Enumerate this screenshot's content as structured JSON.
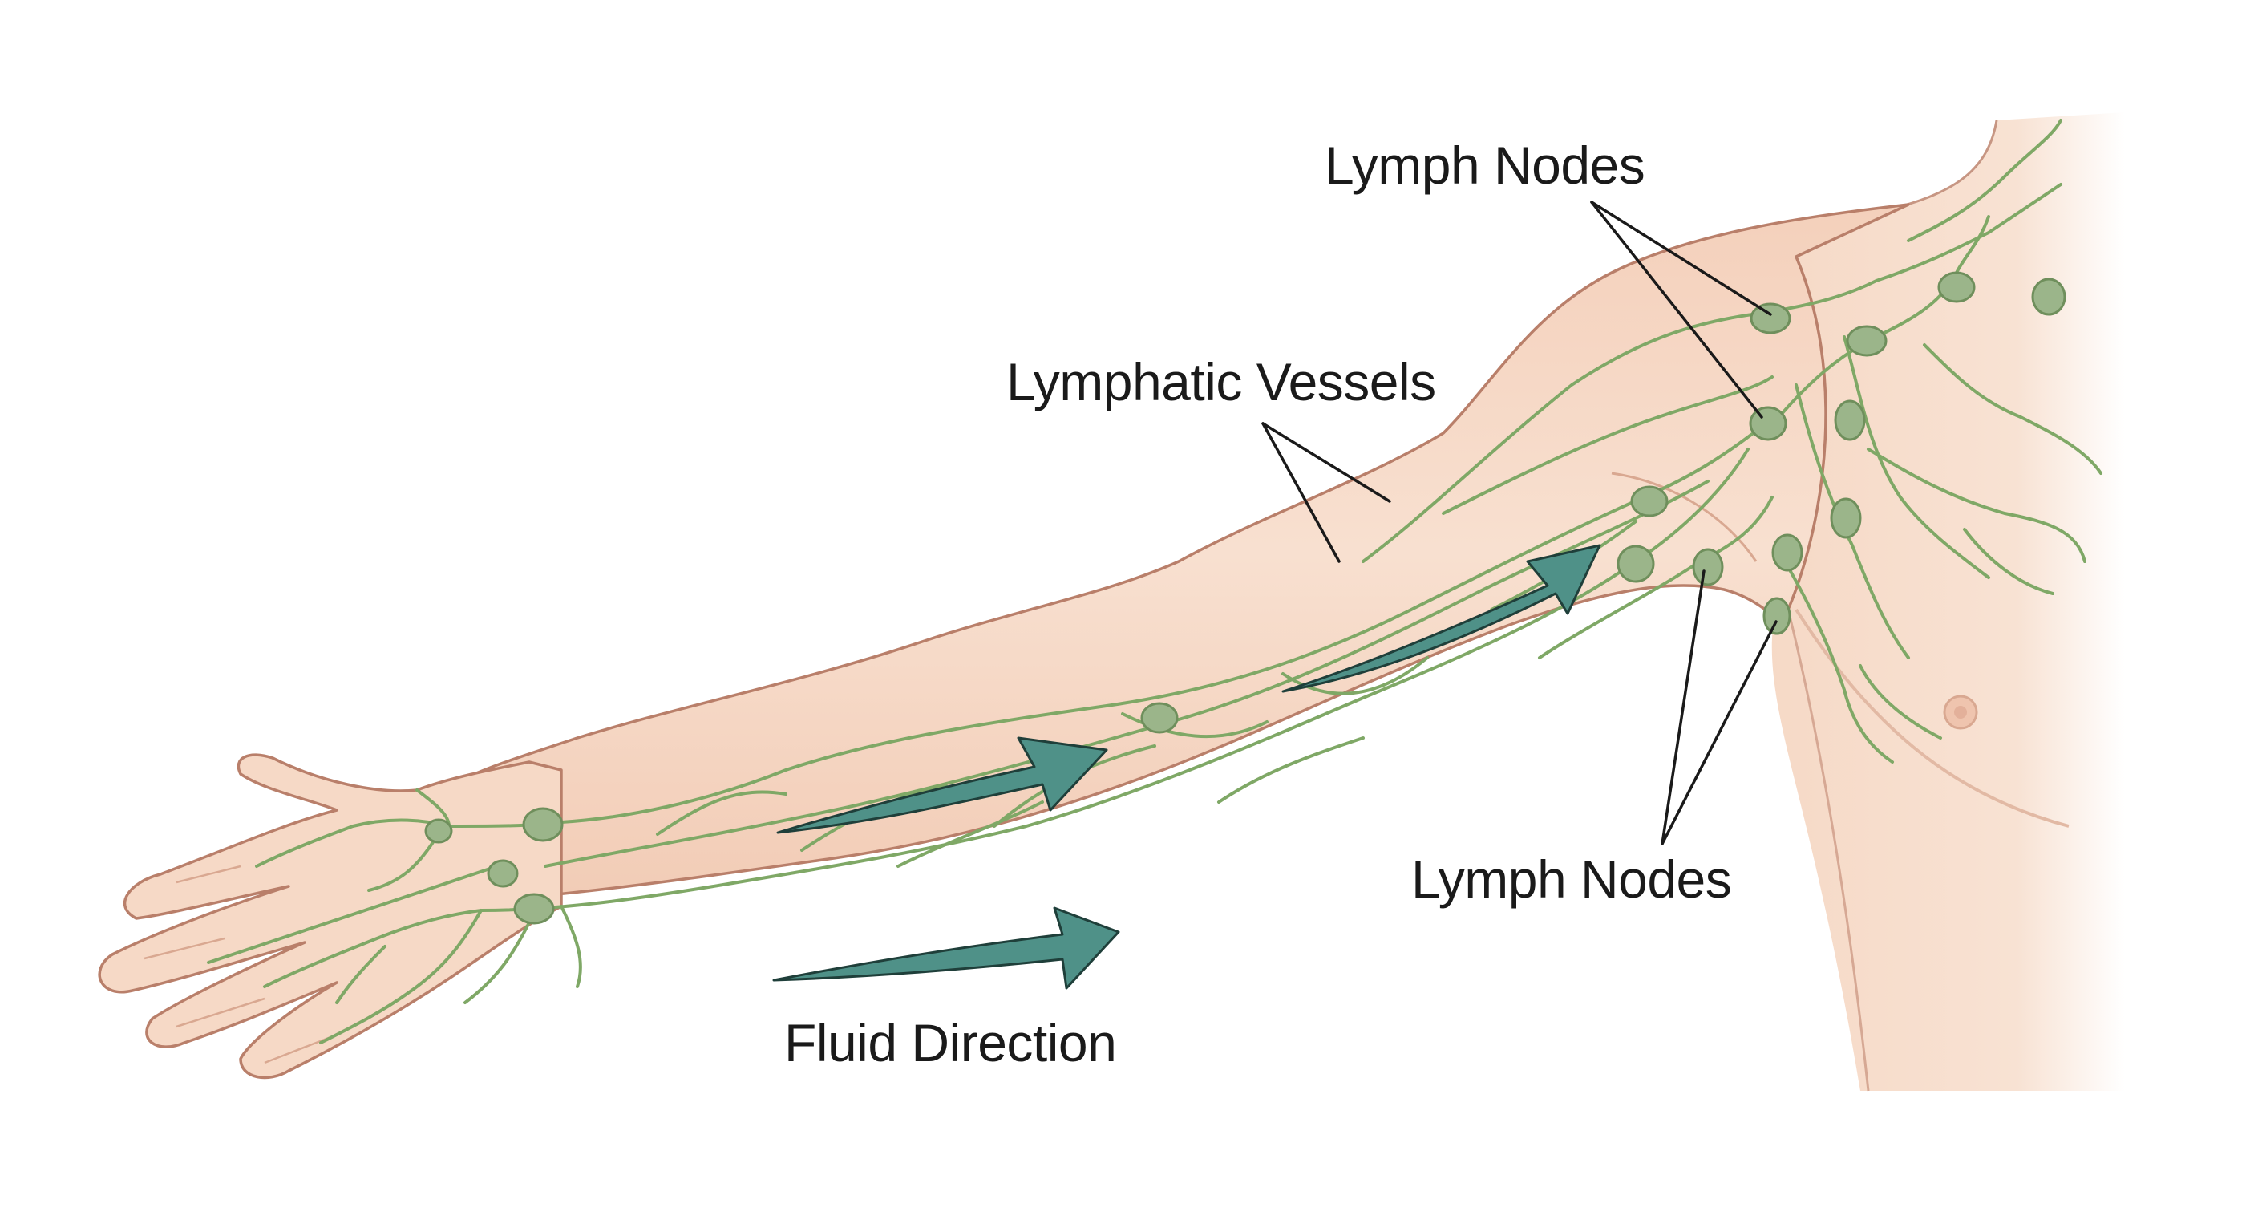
{
  "labels": {
    "lymph_nodes_top": "Lymph Nodes",
    "lymphatic_vessels": "Lymphatic Vessels",
    "lymph_nodes_bottom": "Lymph Nodes",
    "fluid_direction": "Fluid Direction"
  },
  "colors": {
    "background": "#ffffff",
    "skin": "#f6d9c6",
    "skin_outline": "#b97f6a",
    "vessel": "#7fa866",
    "node": "#9bb58a",
    "arrow": "#4f9188",
    "pointer_line": "#1a1a1a"
  }
}
